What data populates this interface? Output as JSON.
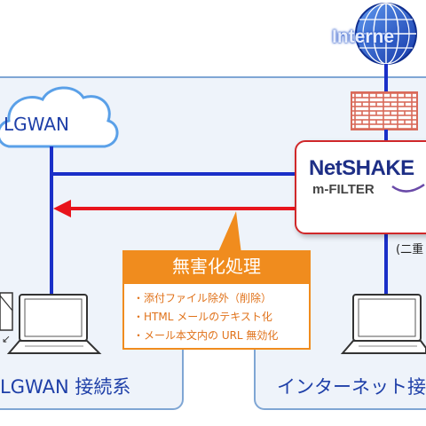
{
  "internet_label": "Interne",
  "cloud_label": "LGWAN",
  "appliance": {
    "brand": "NetSHAKE",
    "model": "m-FILTER"
  },
  "note": "(二重",
  "callout": {
    "title": "無害化処理",
    "items": [
      "・添付ファイル除外（削除）",
      "・HTML メールのテキスト化",
      "・メール本文内の URL 無効化"
    ]
  },
  "zones": {
    "left_label": "LGWAN 接続系",
    "right_label": "インターネット接"
  },
  "colors": {
    "zone_fill": "#eef3fa",
    "zone_border": "#7fa6d4",
    "line_blue": "#1a2fc8",
    "line_red": "#e8141c",
    "callout_orange": "#f08c1e",
    "firewall": "#d96a5a",
    "appliance_border": "#d0282a"
  }
}
